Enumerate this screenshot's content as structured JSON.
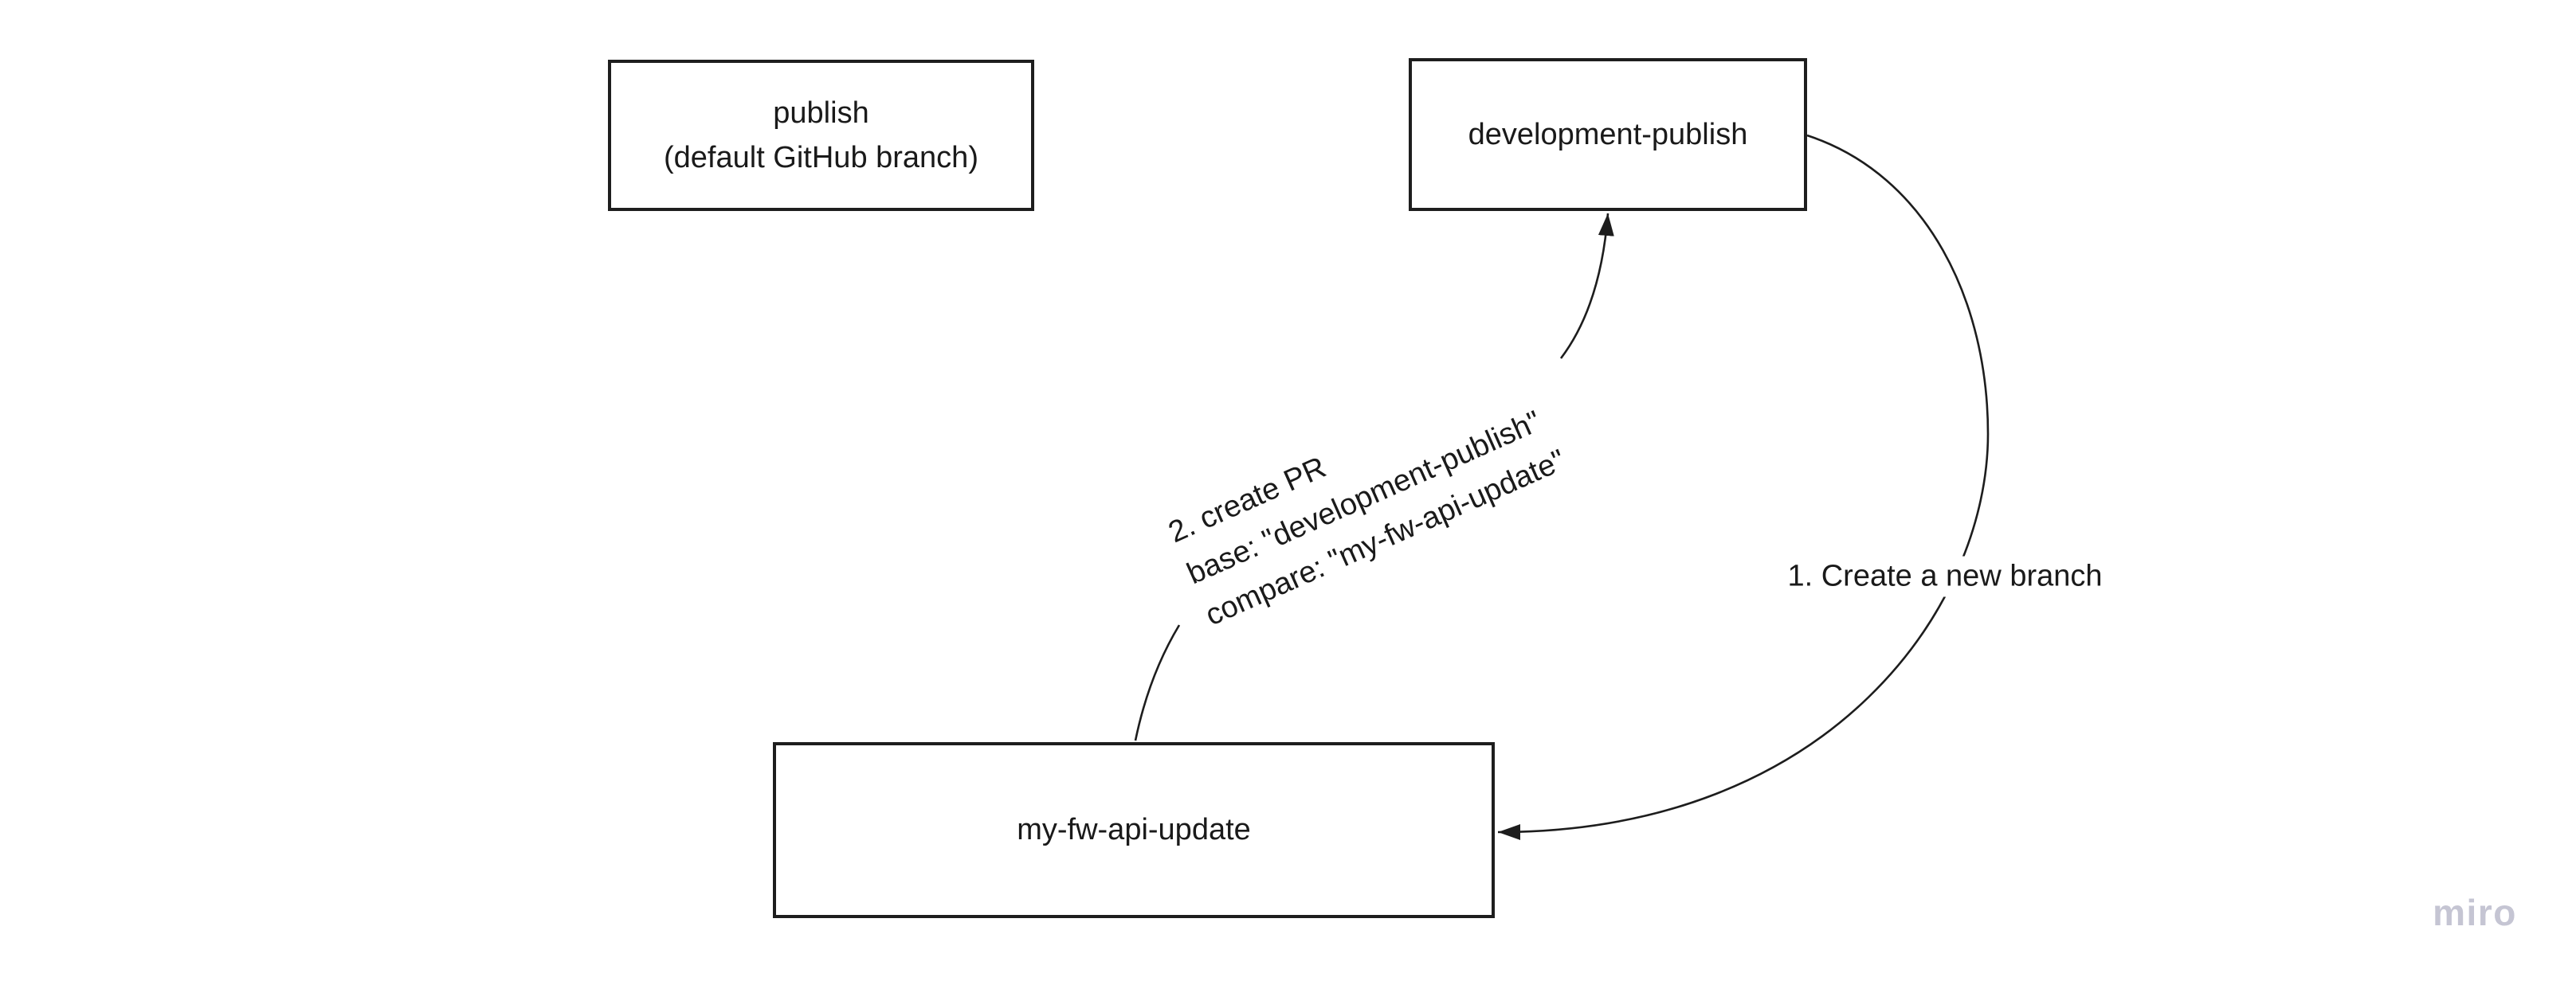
{
  "canvas": {
    "background": "#ffffff"
  },
  "nodes": {
    "publish": {
      "label_line1": "publish",
      "label_line2": "(default GitHub branch)"
    },
    "development_publish": {
      "label": "development-publish"
    },
    "my_fw_api_update": {
      "label": "my-fw-api-update"
    }
  },
  "edges": {
    "create_branch": {
      "from": "development-publish",
      "to": "my-fw-api-update",
      "label": "1. Create a new branch"
    },
    "create_pr": {
      "from": "my-fw-api-update",
      "to": "development-publish",
      "label_line1": "2. create PR",
      "label_line2": "base: \"development-publish\"",
      "label_line3": "compare: \"my-fw-api-update\""
    }
  },
  "watermark": {
    "text": "miro"
  },
  "colors": {
    "stroke": "#1d1d1d",
    "box_border": "#1e1e1e",
    "text": "#1a1a1a",
    "watermark": "#c5c5d3"
  }
}
